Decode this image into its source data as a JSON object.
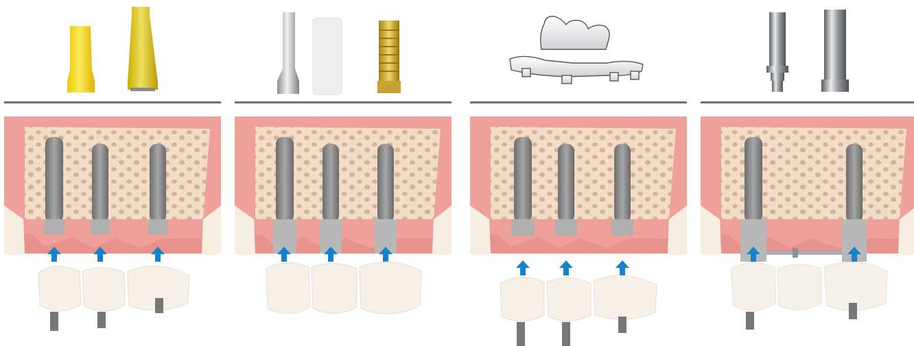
{
  "colors": {
    "gum": "#f2a6a0",
    "gum_dark": "#e98b86",
    "bone": "#f3dcc7",
    "bone_pore": "#d6b89a",
    "implant": "#8d8d8d",
    "arrow": "#1682cd",
    "crown": "#f7f2ea",
    "plastic_yellow": "#f4d51a",
    "gold": "#c9a53a",
    "chrome": "#b9bcc0",
    "divider": "#6f6f6f"
  },
  "panels": [
    {
      "id": "plastic-castable-abutments",
      "parts": [
        "yellow-plastic-sleeve",
        "yellow-plastic-sleeve-tall"
      ],
      "implants": 3,
      "arrows": 3,
      "restoration": "single-crowns-with-screws",
      "bar": false
    },
    {
      "id": "metal-and-plastic-abutments",
      "parts": [
        "titanium-abutment",
        "plastic-sleeve",
        "gold-castable-abutment"
      ],
      "implants": 3,
      "arrows": 3,
      "restoration": "splinted-crowns",
      "bar": false
    },
    {
      "id": "milled-framework",
      "parts": [
        "milled-crown-framework",
        "milled-bar-framework"
      ],
      "implants": 3,
      "arrows": 3,
      "restoration": "bridge-with-screws",
      "bar": false
    },
    {
      "id": "bar-attachment",
      "parts": [
        "chrome-cylinder-short",
        "chrome-cylinder-long"
      ],
      "implants": 2,
      "arrows": 2,
      "restoration": "bridge-on-bar",
      "bar": true
    }
  ]
}
